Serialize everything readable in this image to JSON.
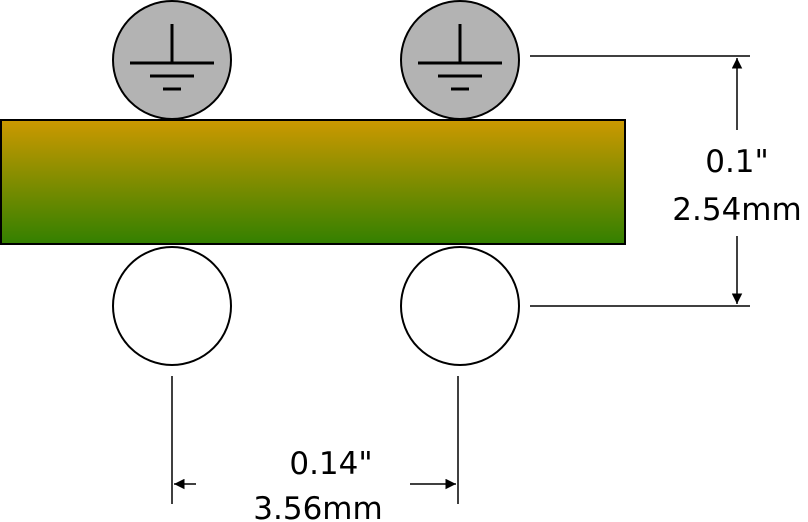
{
  "colors": {
    "board_top": "#cc9900",
    "board_bottom": "#338000",
    "ground_pad_fill": "#b3b3b3",
    "open_pad_fill": "#ffffff",
    "stroke": "#000000"
  },
  "icons": {
    "ground": "ground-symbol-icon"
  },
  "dimensions": {
    "vertical": {
      "imperial": "0.1\"",
      "metric": "2.54mm"
    },
    "horizontal": {
      "imperial": "0.14\"",
      "metric": "3.56mm"
    }
  }
}
